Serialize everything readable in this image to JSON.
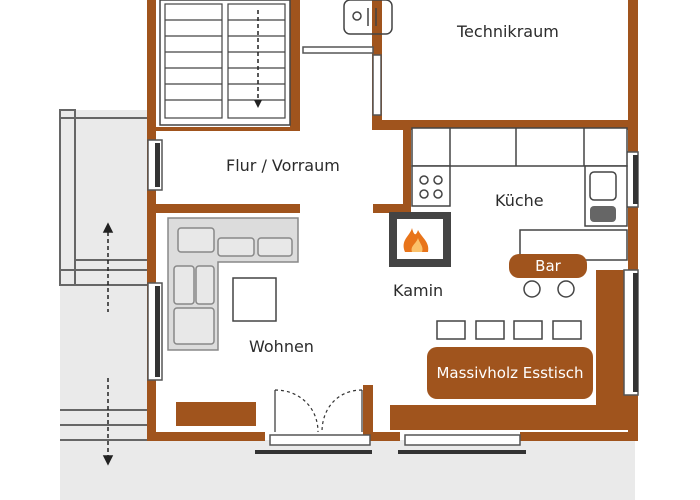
{
  "rooms": {
    "technikraum": "Technikraum",
    "flur": "Flur / Vorraum",
    "kueche": "Küche",
    "bar": "Bar",
    "kamin": "Kamin",
    "wohnen": "Wohnen",
    "esstisch": "Massivholz Esstisch"
  },
  "colors": {
    "wall": "#a0541d",
    "line": "#555555",
    "terrace": "#eaeaea",
    "furniture": "#dcdcdc",
    "flame": "#e8741a"
  },
  "icons": [
    "fire-icon",
    "sink-icon",
    "stove-icon",
    "arrow-up-down-icon"
  ]
}
